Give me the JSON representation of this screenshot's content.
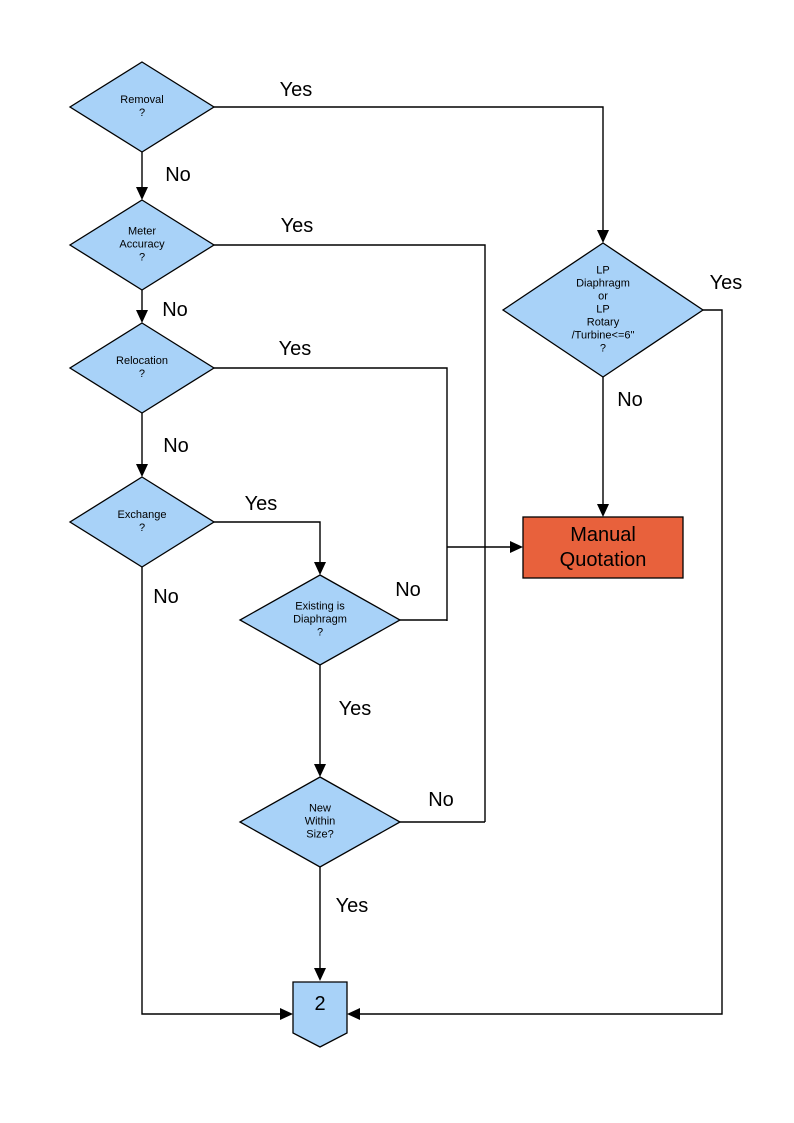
{
  "colors": {
    "node_fill": "#a8d2f8",
    "line": "#000000",
    "manual_quotation_fill": "#e8613c"
  },
  "nodes": {
    "removal": {
      "label": "Removal\n?"
    },
    "meter_accuracy": {
      "label": "Meter\nAccuracy\n?"
    },
    "relocation": {
      "label": "Relocation\n?"
    },
    "exchange": {
      "label": "Exchange\n?"
    },
    "existing_diaphragm": {
      "label": "Existing is\nDiaphragm\n?"
    },
    "new_within_size": {
      "label": "New\nWithin\nSize?"
    },
    "lp_meter": {
      "label": "LP\nDiaphragm\nor\nLP\nRotary\n/Turbine<=6\"\n?"
    },
    "manual_quotation": {
      "label": "Manual\nQuotation"
    },
    "offpage_connector_2": {
      "label": "2"
    }
  },
  "edge_labels": {
    "removal_yes": "Yes",
    "removal_no": "No",
    "meter_accuracy_yes": "Yes",
    "meter_accuracy_no": "No",
    "relocation_yes": "Yes",
    "relocation_no": "No",
    "exchange_yes": "Yes",
    "exchange_no": "No",
    "existing_diaphragm_no": "No",
    "existing_diaphragm_yes": "Yes",
    "new_within_size_no": "No",
    "new_within_size_yes": "Yes",
    "lp_meter_yes": "Yes",
    "lp_meter_no": "No"
  }
}
